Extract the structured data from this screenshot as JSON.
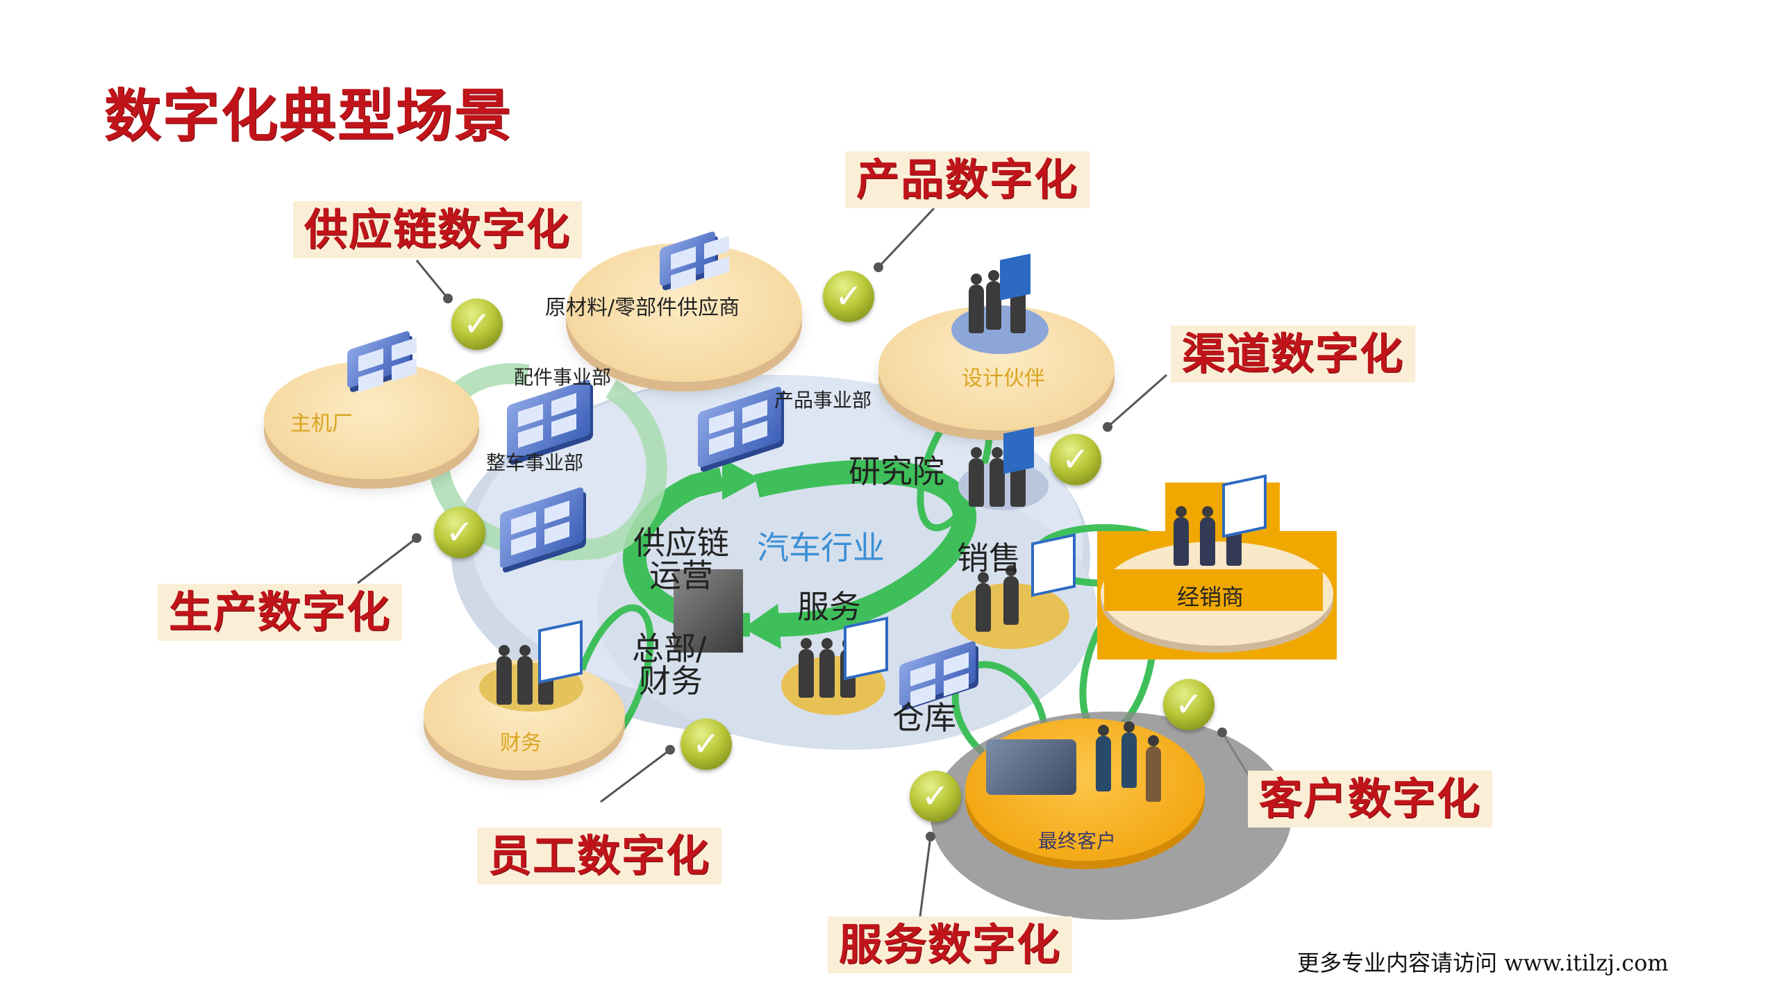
{
  "page": {
    "title": "数字化典型场景",
    "watermark": "更多专业内容请访问 www.itilzj.com"
  },
  "categories": {
    "supply_chain": "供应链数字化",
    "product": "产品数字化",
    "channel": "渠道数字化",
    "production": "生产数字化",
    "employee": "员工数字化",
    "service": "服务数字化",
    "customer": "客户数字化"
  },
  "outer_nodes": {
    "supplier": "原材料/零部件供应商",
    "oem": "主机厂",
    "design_partner": "设计伙伴",
    "dealer": "经销商",
    "finance": "财务",
    "end_customer": "最终客户"
  },
  "inner_nodes": {
    "parts_division": "配件事业部",
    "vehicle_division": "整车事业部",
    "product_division": "产品事业部",
    "research_institute": "研究院",
    "supply_chain_ops_1": "供应链",
    "supply_chain_ops_2": "运营",
    "center": "汽车行业",
    "sales": "销售",
    "service": "服务",
    "hq_finance_1": "总部/",
    "hq_finance_2": "财务",
    "warehouse": "仓库"
  },
  "icons": {
    "check": "✓"
  },
  "colors": {
    "title_red": "#c0141a",
    "label_bg": "#fbeed6",
    "center_text_blue": "#3a8fd6",
    "arrow_green": "#3fbf5a",
    "dealer_orange": "#f0a800",
    "customer_orange": "#f3a50f"
  }
}
